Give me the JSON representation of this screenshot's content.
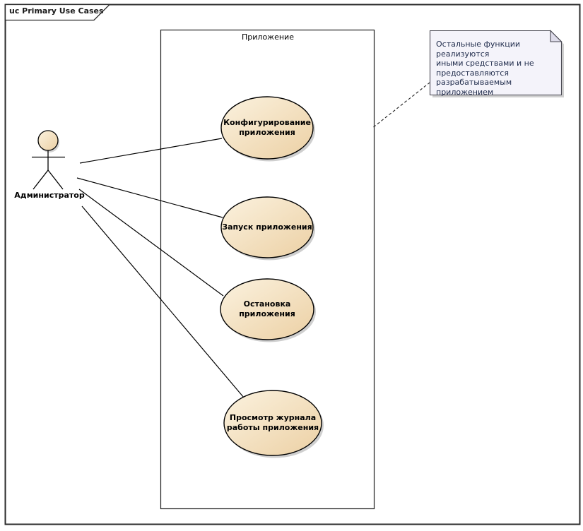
{
  "frame": {
    "title": "uc Primary Use Cases"
  },
  "boundary": {
    "label": "Приложение"
  },
  "actor": {
    "label": "Администратор"
  },
  "use_cases": [
    {
      "label": "Конфигурирование\nприложения"
    },
    {
      "label": "Запуск приложения"
    },
    {
      "label": "Остановка\nприложения"
    },
    {
      "label": "Просмотр журнала\nработы приложения"
    }
  ],
  "note": {
    "text": "Остальные функции реализуются\nиными средствами и не\nпредоставляются\nразрабатываемым приложением"
  },
  "colors": {
    "ellipse_fill_light": "#FBF2DF",
    "ellipse_fill_dark": "#ECD0A4",
    "note_fill": "#F4F3FA",
    "note_fold_fill": "#DEDCEA",
    "note_text": "#1F2B4B",
    "shadow": "#A0A0A0",
    "line": "#000000"
  }
}
